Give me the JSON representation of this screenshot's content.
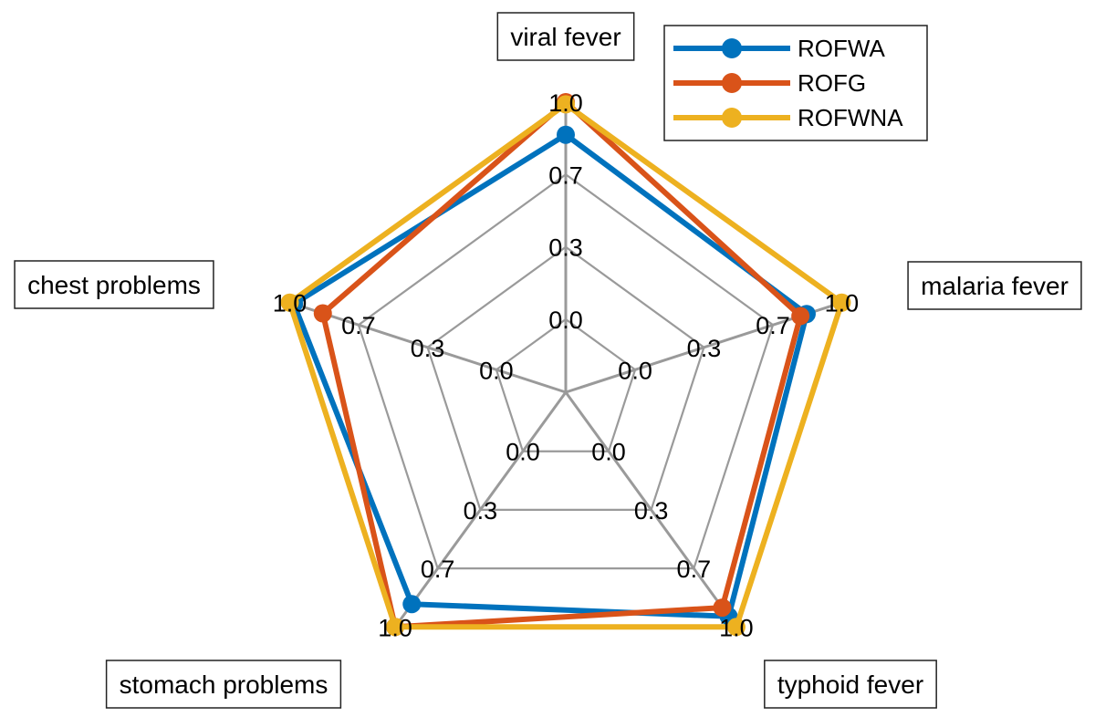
{
  "chart_data": {
    "type": "radar",
    "title": "",
    "axes": [
      "viral fever",
      "malaria fever",
      "typhoid fever",
      "stomach problems",
      "chest problems"
    ],
    "range": [
      0,
      1
    ],
    "tick_values": [
      0,
      0.333,
      0.667,
      1.0
    ],
    "tick_labels": [
      "0.0",
      "0.3",
      "0.7",
      "1.0"
    ],
    "grid": true,
    "legend_position": "top-right",
    "series": [
      {
        "name": "ROFWA",
        "color": "#0072BD",
        "values": [
          0.85,
          0.83,
          0.94,
          0.87,
          0.98
        ]
      },
      {
        "name": "ROFG",
        "color": "#D95319",
        "values": [
          1.0,
          0.8,
          0.89,
          1.0,
          0.84
        ]
      },
      {
        "name": "ROFWNA",
        "color": "#EDB120",
        "values": [
          0.99,
          1.0,
          1.0,
          1.0,
          1.0
        ]
      }
    ]
  }
}
